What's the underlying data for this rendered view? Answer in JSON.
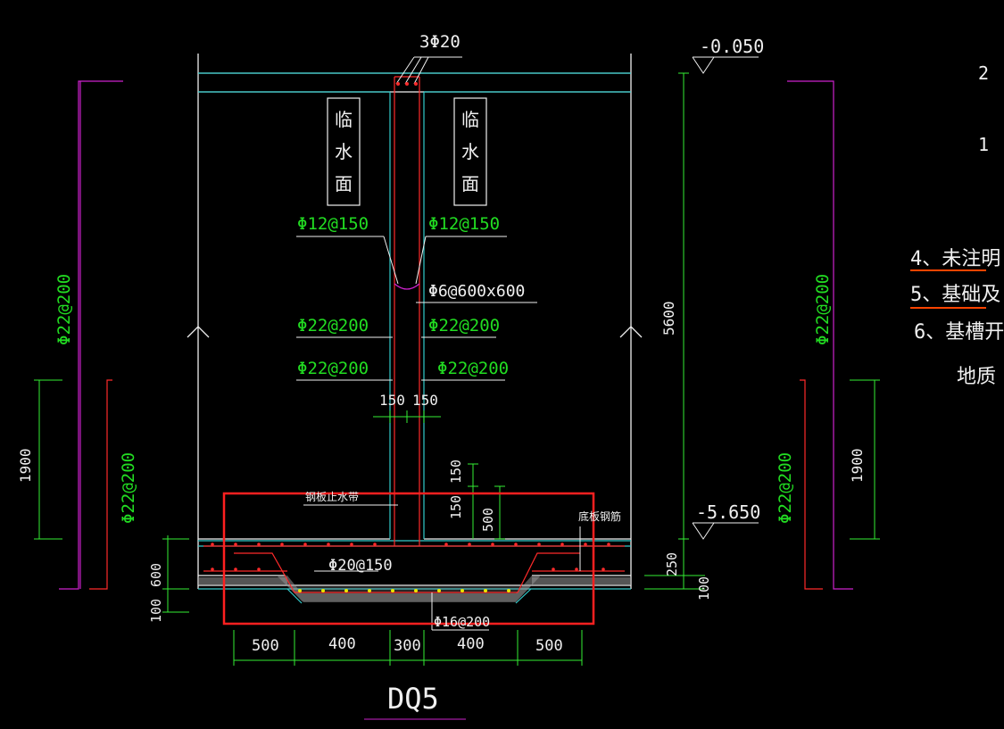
{
  "drawing": {
    "top_rebar": "3Φ20",
    "elev_top": "-0.050",
    "elev_bottom": "-5.650",
    "face_label_left": [
      "临",
      "水",
      "面"
    ],
    "face_label_right": [
      "临",
      "水",
      "面"
    ],
    "rebar_h12_left": "Φ12@150",
    "rebar_h12_right": "Φ12@150",
    "rebar_tie": "Φ6@600x600",
    "rebar_h22_a_left": "Φ22@200",
    "rebar_h22_a_right": "Φ22@200",
    "rebar_h22_b_left": "Φ22@200",
    "rebar_h22_b_right": "Φ22@200",
    "vert_rebar_outer_left": "Φ22@200",
    "vert_rebar_inner_left": "Φ22@200",
    "vert_rebar_outer_right": "Φ22@200",
    "vert_rebar_inner_right": "Φ22@200",
    "dim_150_left": "150",
    "dim_150_right": "150",
    "dim_150_vert_top": "150",
    "dim_150_vert_low": "150",
    "dim_500_vert": "500",
    "dim_5600": "5600",
    "dim_1900_left": "1900",
    "dim_1900_right": "1900",
    "dim_600": "600",
    "dim_100_left": "100",
    "dim_250": "250",
    "dim_100_right": "100",
    "waterstop": "钢板止水带",
    "bottom_rebar_label": "底板钢筋",
    "rebar_slab": "Φ20@150",
    "rebar_cushion": "Φ16@200",
    "bottom_dims": [
      "500",
      "400",
      "300",
      "400",
      "500"
    ],
    "section_title": "DQ5",
    "notes": [
      "4、未注明",
      "5、基础及",
      "6、基槽开",
      "地质"
    ],
    "edge_glyphs": [
      "2",
      "1"
    ]
  },
  "colors": {
    "background": "#000000",
    "wall": "#f0f0f0",
    "rebar": "#ff2a2a",
    "label_green": "#22dd22",
    "dim": "#33ee33",
    "magenta": "#cc22cc",
    "cyan": "#33cccc",
    "highlight": "#ff2020",
    "yellow": "#e8e800"
  }
}
